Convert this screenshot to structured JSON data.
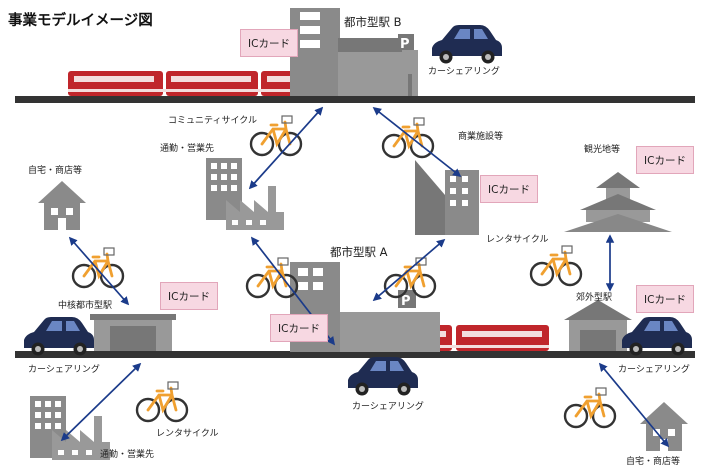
{
  "title": "事業モデルイメージ図",
  "labels": {
    "station_b": "都市型駅 B",
    "station_a": "都市型駅 A",
    "central_station": "中核都市型駅",
    "suburban_station": "郊外型駅",
    "community_cycle": "コミュニティサイクル",
    "commute_business_1": "通勤・営業先",
    "commute_business_2": "通勤・営業先",
    "commercial_facility": "商業施設等",
    "tourist_spot": "観光地等",
    "home_shop_1": "自宅・商店等",
    "home_shop_2": "自宅・商店等",
    "rental_cycle_1": "レンタサイクル",
    "rental_cycle_2": "レンタサイクル",
    "car_share_1": "カーシェアリング",
    "car_share_2": "カーシェアリング",
    "car_share_3": "カーシェアリング",
    "car_share_4": "カーシェアリング"
  },
  "ic_card_label": "ICカード",
  "parking_sign": "P",
  "colors": {
    "train": "#c0262b",
    "train_window": "#f3dede",
    "rail": "#333333",
    "building": "#8a8a8a",
    "building_dark": "#666666",
    "car": "#1f2c52",
    "bike_frame": "#f0a030",
    "arrow": "#1b3b8a",
    "ic_fill": "#f7d8e2"
  }
}
